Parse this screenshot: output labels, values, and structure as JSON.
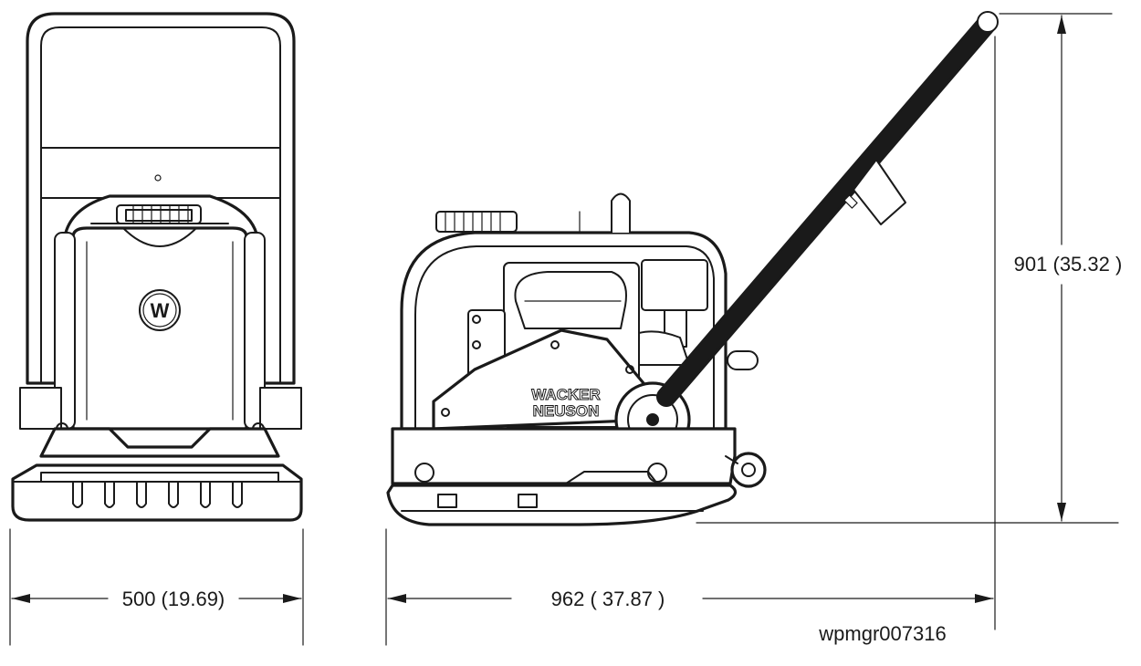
{
  "dimensions": {
    "width": {
      "value_mm": 500,
      "value_in": "19.69",
      "label": "500 (19.69)"
    },
    "length": {
      "value_mm": 962,
      "value_in": "37.87",
      "label": "962 ( 37.87 )"
    },
    "height": {
      "value_mm": 901,
      "value_in": "35.32",
      "label": "901 (35.32 )"
    }
  },
  "branding": {
    "logo_letter": "W",
    "brand_line_1": "WACKER",
    "brand_line_2": "NEUSON"
  },
  "figure_id": "wpmgr007316"
}
